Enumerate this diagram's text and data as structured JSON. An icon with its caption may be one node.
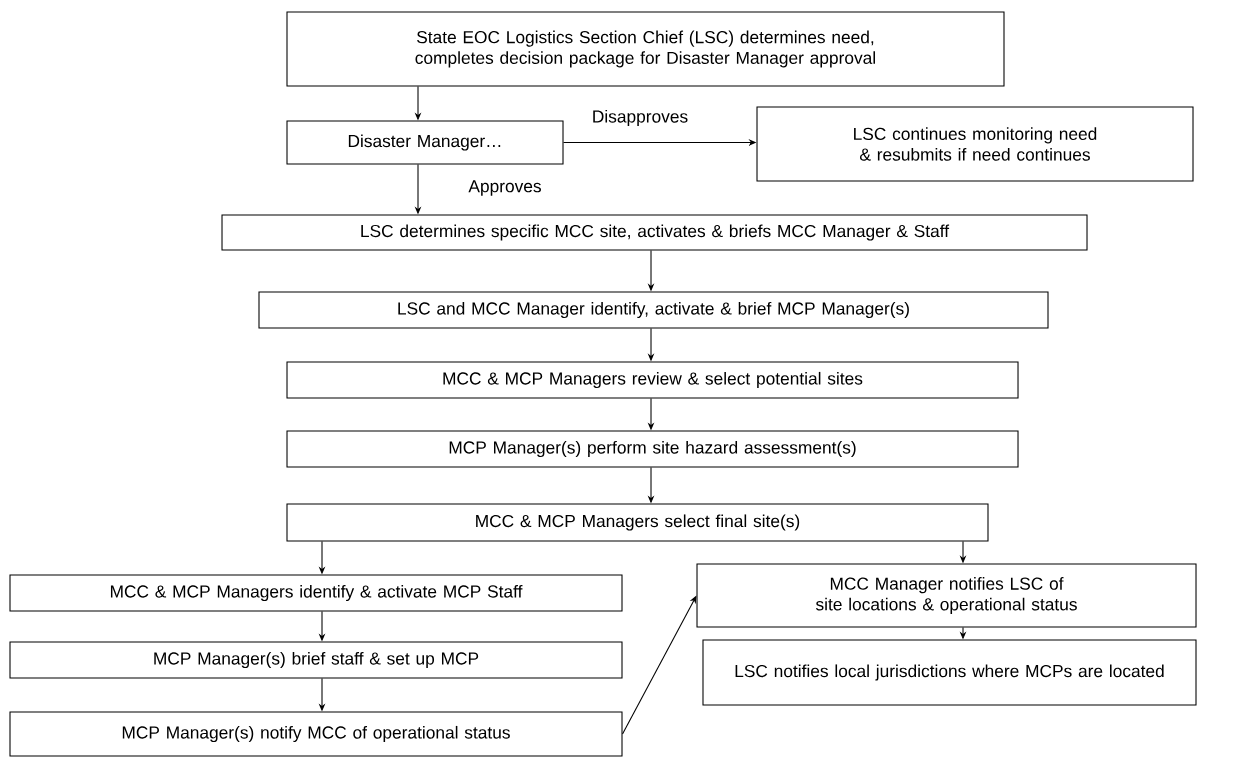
{
  "diagram": {
    "nodes": [
      {
        "text": [
          "State EOC Logistics Section Chief (LSC) determines need, completes decision package for Disaster Manager approval"
        ]
      },
      {
        "text": [
          "Disaster Manager…"
        ]
      },
      {
        "text": [
          "LSC continues monitoring need & resubmits if need continues"
        ]
      },
      {
        "text": [
          "LSC determines specific MCC site, activates & briefs MCC Manager & Staff"
        ]
      },
      {
        "text": [
          "LSC and MCC Manager identify, activate & brief MCP Manager(s)"
        ]
      },
      {
        "text": [
          "MCC & MCP Managers review & select potential sites"
        ]
      },
      {
        "text": [
          "MCP Manager(s) perform site hazard assessment(s)"
        ]
      },
      {
        "text": [
          "MCC & MCP Managers select final site(s)"
        ]
      },
      {
        "text": [
          "MCC & MCP Managers identify & activate MCP Staff"
        ]
      },
      {
        "text": [
          "MCC Manager notifies LSC of site locations & operational status"
        ]
      },
      {
        "text": [
          "MCP Manager(s) brief staff & set up MCP"
        ]
      },
      {
        "text": [
          "LSC notifies local jurisdictions where MCPs are located"
        ]
      },
      {
        "text": [
          "MCP Manager(s) notify MCC of operational status"
        ]
      }
    ],
    "edges": [
      {
        "from": 0,
        "to": 1,
        "arrow": "to"
      },
      {
        "from": 1,
        "to": 2,
        "arrow": "to",
        "label": "Disapproves"
      },
      {
        "from": 1,
        "to": 3,
        "arrow": "to",
        "label": "Approves"
      },
      {
        "from": 3,
        "to": 4,
        "arrow": "to"
      },
      {
        "from": 4,
        "to": 5,
        "arrow": "to"
      },
      {
        "from": 5,
        "to": 6,
        "arrow": "to"
      },
      {
        "from": 6,
        "to": 7,
        "arrow": "to"
      },
      {
        "from": 7,
        "to": 8,
        "arrow": "to"
      },
      {
        "from": 7,
        "to": 9,
        "arrow": "to"
      },
      {
        "from": 8,
        "to": 10,
        "arrow": "to"
      },
      {
        "from": 10,
        "to": 12,
        "arrow": "to"
      },
      {
        "from": 12,
        "to": 9,
        "arrow": "to"
      },
      {
        "from": 9,
        "to": 11,
        "arrow": "to"
      }
    ]
  }
}
